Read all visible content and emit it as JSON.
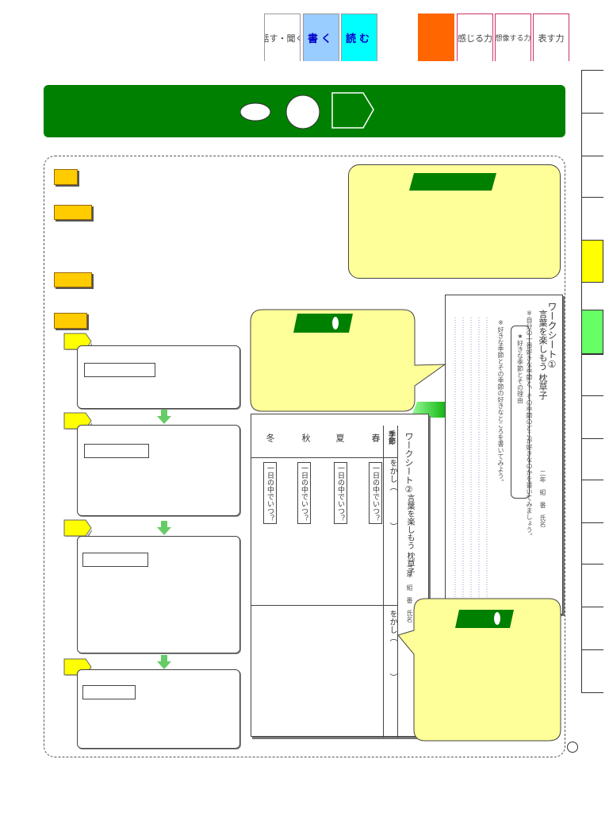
{
  "tabs": {
    "speak_listen": "話す・聞く",
    "write": "書く",
    "read": "読む",
    "feel": "感じる力",
    "imagine": "想像する力",
    "express": "表す力"
  },
  "worksheet_right": {
    "title": "ワークシート①",
    "subtitle": "言葉を楽しもう 枕草子",
    "class_line": "二年　組　番　氏名",
    "instruction": "※自分の一番好きな季節と、その季節のどこが好きなのかを書いてみましょう。",
    "field": "★好きな季節とその理由",
    "instruction2": "※好きな季節とその季節の好きなところを書いてみよう。"
  },
  "worksheet_front": {
    "title": "ワークシート②",
    "subtitle": "言葉を楽しもう 枕草子",
    "class_line": "二年　組　番　氏名",
    "season_header": "季節",
    "seasons": [
      "春",
      "夏",
      "秋",
      "冬"
    ],
    "cell_question": "一日の中でいつ？",
    "top_label": "をかし（　　　　）",
    "bottom_label": "をかし（　　　　）"
  }
}
